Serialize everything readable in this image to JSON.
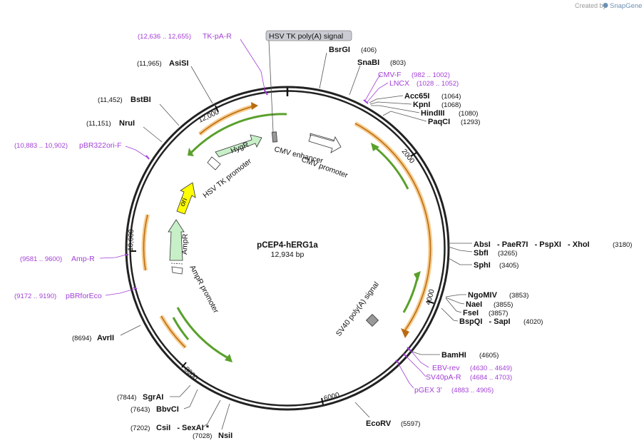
{
  "credit": {
    "created_by": "Created by",
    "brand": "SnapGene"
  },
  "plasmid": {
    "name": "pCEP4-hERG1a",
    "size": "12,934 bp"
  },
  "callout": "HSV TK poly(A) signal",
  "tick_labels": [
    "12,000",
    "2000",
    "4000",
    "6000",
    "8000",
    "10,000"
  ],
  "enzymes": [
    {
      "name": "BsrGI",
      "pos": "(406)"
    },
    {
      "name": "SnaBI",
      "pos": "(803)"
    },
    {
      "name": "Acc65I",
      "pos": "(1064)"
    },
    {
      "name": "KpnI",
      "pos": "(1068)"
    },
    {
      "name": "HindIII",
      "pos": "(1080)"
    },
    {
      "name": "PaqCI",
      "pos": "(1293)"
    },
    {
      "name": "AbsI   - PaeR7I   - PspXI   - XhoI",
      "pos": "(3180)"
    },
    {
      "name": "SbfI",
      "pos": "(3265)"
    },
    {
      "name": "SphI",
      "pos": "(3405)"
    },
    {
      "name": "NgoMIV",
      "pos": "(3853)"
    },
    {
      "name": "NaeI",
      "pos": "(3855)"
    },
    {
      "name": "FseI",
      "pos": "(3857)"
    },
    {
      "name": "BspQI   - SapI",
      "pos": "(4020)"
    },
    {
      "name": "BamHI",
      "pos": "(4605)"
    },
    {
      "name": "EcoRV",
      "pos": "(5597)"
    },
    {
      "name": "NsiI",
      "pos": "(7028)"
    },
    {
      "name": "CsiI   - SexAI *",
      "pos": "(7202)"
    },
    {
      "name": "BbvCI",
      "pos": "(7643)"
    },
    {
      "name": "SgrAI",
      "pos": "(7844)"
    },
    {
      "name": "AvrII",
      "pos": "(8694)"
    },
    {
      "name": "NruI",
      "pos": "(11,151)"
    },
    {
      "name": "BstBI",
      "pos": "(11,452)"
    },
    {
      "name": "AsiSI",
      "pos": "(11,965)"
    }
  ],
  "primers": [
    {
      "name": "TK-pA-R",
      "pos": "(12,636 .. 12,655)"
    },
    {
      "name": "CMV-F",
      "pos": "(982 .. 1002)"
    },
    {
      "name": "LNCX",
      "pos": "(1028 .. 1052)"
    },
    {
      "name": "EBV-rev",
      "pos": "(4630 .. 4649)"
    },
    {
      "name": "SV40pA-R",
      "pos": "(4684 .. 4703)"
    },
    {
      "name": "pGEX 3'",
      "pos": "(4883 .. 4905)"
    },
    {
      "name": "pBR322ori-F",
      "pos": "(10,883 .. 10,902)"
    },
    {
      "name": "Amp-R",
      "pos": "(9581 .. 9600)"
    },
    {
      "name": "pBRforEco",
      "pos": "(9172 .. 9190)"
    }
  ],
  "features": {
    "hygr": "HygR",
    "hsv_tk_promoter": "HSV TK promoter",
    "cmv_enhancer": "CMV enhancer",
    "cmv_promoter": "CMV promoter",
    "ori": "ori",
    "ampr": "AmpR",
    "ampr_promoter": "AmpR promoter",
    "sv40_polya": "SV40 poly(A) signal"
  },
  "colors": {
    "primer": "#a23fd6",
    "orf_orange": "#f0a030",
    "orf_green": "#5aa02c",
    "feature_green": "#c8f0c8",
    "ori_yellow": "#ffff00"
  }
}
